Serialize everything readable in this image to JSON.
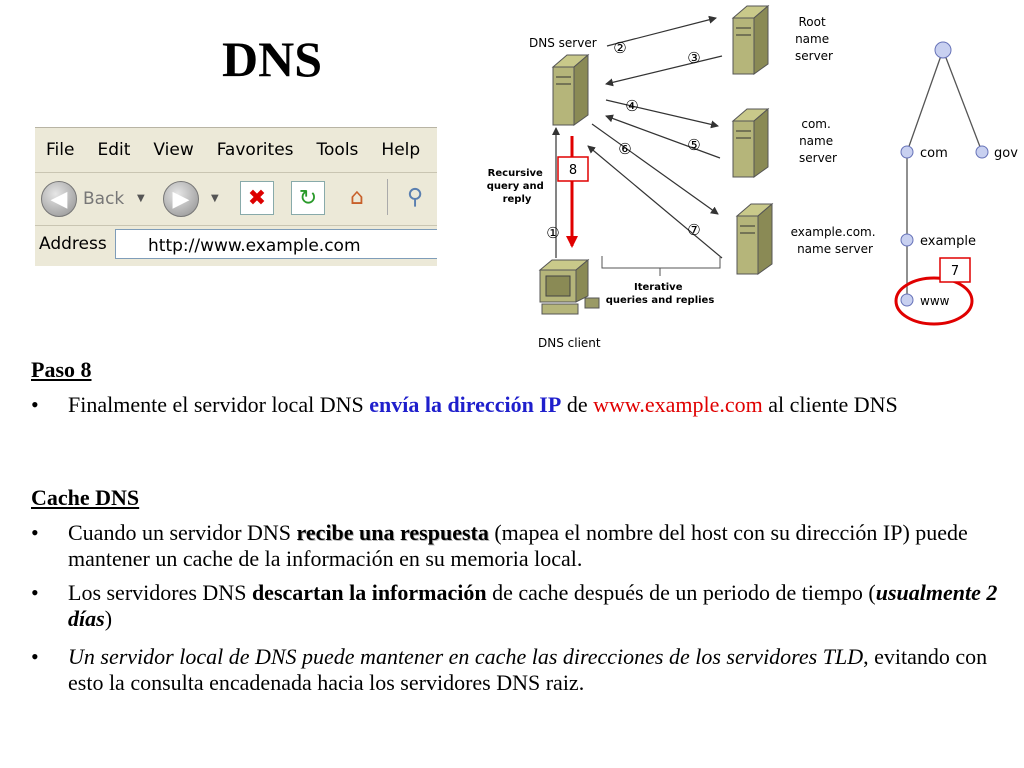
{
  "slide": {
    "title": "DNS"
  },
  "browser": {
    "menu": [
      "File",
      "Edit",
      "View",
      "Favorites",
      "Tools",
      "Help"
    ],
    "back_label": "Back",
    "address_label": "Address",
    "address_value": "http://www.example.com"
  },
  "diagram": {
    "dns_server": "DNS server",
    "dns_client": "DNS client",
    "root_server": [
      "Root",
      "name",
      "server"
    ],
    "com_server": [
      "com.",
      "name",
      "server"
    ],
    "example_server": [
      "example.com.",
      "name server"
    ],
    "recursive_label": [
      "Recursive",
      "query and",
      "reply"
    ],
    "iterative_label": [
      "Iterative",
      "queries and replies"
    ],
    "steps": [
      "①",
      "②",
      "③",
      "④",
      "⑤",
      "⑥",
      "⑦"
    ],
    "highlight_step": "8"
  },
  "tree": {
    "nodes": [
      "com",
      "gov",
      "example",
      "www"
    ],
    "highlight_step": "7"
  },
  "paso": {
    "heading": "Paso 8",
    "b1_t1": "Finalmente el servidor local DNS ",
    "b1_blue": "envía la dirección IP",
    "b1_t2": " de ",
    "b1_red": "www.example.com",
    "b1_t3": " al cliente DNS"
  },
  "cache": {
    "heading": "Cache DNS",
    "b1_t1": "Cuando un servidor DNS ",
    "b1_bold": "recibe una respuesta",
    "b1_t2": " (mapea el nombre del host con su dirección IP) puede mantener un cache de la información en su memoria local.",
    "b2_t1": "Los servidores DNS ",
    "b2_bold": "descartan la información",
    "b2_t2": " de cache después de un periodo de tiempo (",
    "b2_bi": "usualmente 2 días",
    "b2_t3": ")",
    "b3_it": "Un servidor local de DNS puede mantener en cache las direcciones de los servidores TLD",
    "b3_t1": ", evitando con esto la consulta encadenada hacia los servidores DNS raiz."
  },
  "bullet_char": "•"
}
